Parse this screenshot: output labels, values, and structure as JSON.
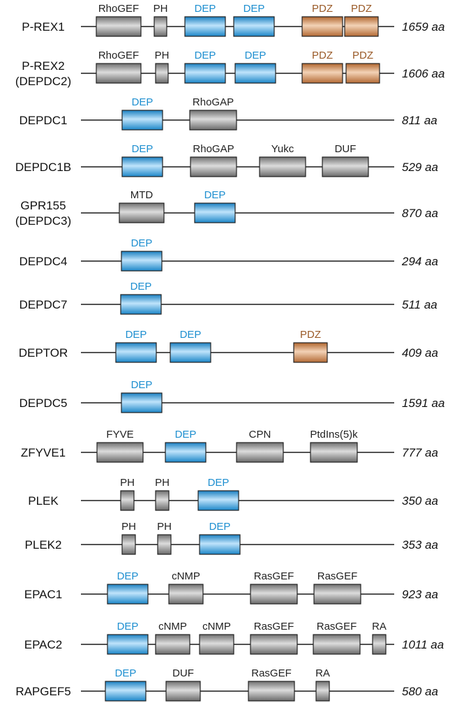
{
  "colors": {
    "DEP": "#2f9ad8",
    "PDZ": "#c57a45",
    "default": "#8a8a8a",
    "DEP_label": "#1e8fd0",
    "PDZ_label": "#9a5a28",
    "default_label": "#222222"
  },
  "proteins": [
    {
      "name": [
        "P-REX1"
      ],
      "length": "1659 aa",
      "domains": [
        {
          "label": "RhoGEF",
          "type": "default"
        },
        {
          "label": "PH",
          "type": "default"
        },
        {
          "label": "DEP",
          "type": "DEP"
        },
        {
          "label": "DEP",
          "type": "DEP"
        },
        {
          "label": "PDZ",
          "type": "PDZ"
        },
        {
          "label": "PDZ",
          "type": "PDZ"
        }
      ]
    },
    {
      "name": [
        "P-REX2",
        "(DEPDC2)"
      ],
      "length": "1606 aa",
      "domains": [
        {
          "label": "RhoGEF",
          "type": "default"
        },
        {
          "label": "PH",
          "type": "default"
        },
        {
          "label": "DEP",
          "type": "DEP"
        },
        {
          "label": "DEP",
          "type": "DEP"
        },
        {
          "label": "PDZ",
          "type": "PDZ"
        },
        {
          "label": "PDZ",
          "type": "PDZ"
        }
      ]
    },
    {
      "name": [
        "DEPDC1"
      ],
      "length": "811 aa",
      "domains": [
        {
          "label": "DEP",
          "type": "DEP"
        },
        {
          "label": "RhoGAP",
          "type": "default"
        }
      ]
    },
    {
      "name": [
        "DEPDC1B"
      ],
      "length": "529 aa",
      "domains": [
        {
          "label": "DEP",
          "type": "DEP"
        },
        {
          "label": "RhoGAP",
          "type": "default"
        },
        {
          "label": "Yukc",
          "type": "default"
        },
        {
          "label": "DUF",
          "type": "default"
        }
      ]
    },
    {
      "name": [
        "GPR155",
        "(DEPDC3)"
      ],
      "length": "870 aa",
      "domains": [
        {
          "label": "MTD",
          "type": "default"
        },
        {
          "label": "DEP",
          "type": "DEP"
        }
      ]
    },
    {
      "name": [
        "DEPDC4"
      ],
      "length": "294 aa",
      "domains": [
        {
          "label": "DEP",
          "type": "DEP"
        }
      ]
    },
    {
      "name": [
        "DEPDC7"
      ],
      "length": "511 aa",
      "domains": [
        {
          "label": "DEP",
          "type": "DEP"
        }
      ]
    },
    {
      "name": [
        "DEPTOR"
      ],
      "length": "409 aa",
      "domains": [
        {
          "label": "DEP",
          "type": "DEP"
        },
        {
          "label": "DEP",
          "type": "DEP"
        },
        {
          "label": "PDZ",
          "type": "PDZ"
        }
      ]
    },
    {
      "name": [
        "DEPDC5"
      ],
      "length": "1591 aa",
      "domains": [
        {
          "label": "DEP",
          "type": "DEP"
        }
      ]
    },
    {
      "name": [
        "ZFYVE1"
      ],
      "length": "777 aa",
      "domains": [
        {
          "label": "FYVE",
          "type": "default"
        },
        {
          "label": "DEP",
          "type": "DEP"
        },
        {
          "label": "CPN",
          "type": "default"
        },
        {
          "label": "PtdIns(5)k",
          "type": "default"
        }
      ]
    },
    {
      "name": [
        "PLEK"
      ],
      "length": "350 aa",
      "domains": [
        {
          "label": "PH",
          "type": "default"
        },
        {
          "label": "PH",
          "type": "default"
        },
        {
          "label": "DEP",
          "type": "DEP"
        }
      ]
    },
    {
      "name": [
        "PLEK2"
      ],
      "length": "353 aa",
      "domains": [
        {
          "label": "PH",
          "type": "default"
        },
        {
          "label": "PH",
          "type": "default"
        },
        {
          "label": "DEP",
          "type": "DEP"
        }
      ]
    },
    {
      "name": [
        "EPAC1"
      ],
      "length": "923 aa",
      "domains": [
        {
          "label": "DEP",
          "type": "DEP"
        },
        {
          "label": "cNMP",
          "type": "default"
        },
        {
          "label": "RasGEF",
          "type": "default"
        },
        {
          "label": "RasGEF",
          "type": "default"
        }
      ]
    },
    {
      "name": [
        "EPAC2"
      ],
      "length": "1011 aa",
      "domains": [
        {
          "label": "DEP",
          "type": "DEP"
        },
        {
          "label": "cNMP",
          "type": "default"
        },
        {
          "label": "cNMP",
          "type": "default"
        },
        {
          "label": "RasGEF",
          "type": "default"
        },
        {
          "label": "RasGEF",
          "type": "default"
        },
        {
          "label": "RA",
          "type": "default"
        }
      ]
    },
    {
      "name": [
        "RAPGEF5"
      ],
      "length": "580 aa",
      "domains": [
        {
          "label": "DEP",
          "type": "DEP"
        },
        {
          "label": "DUF",
          "type": "default"
        },
        {
          "label": "RasGEF",
          "type": "default"
        },
        {
          "label": "RA",
          "type": "default"
        }
      ]
    }
  ]
}
